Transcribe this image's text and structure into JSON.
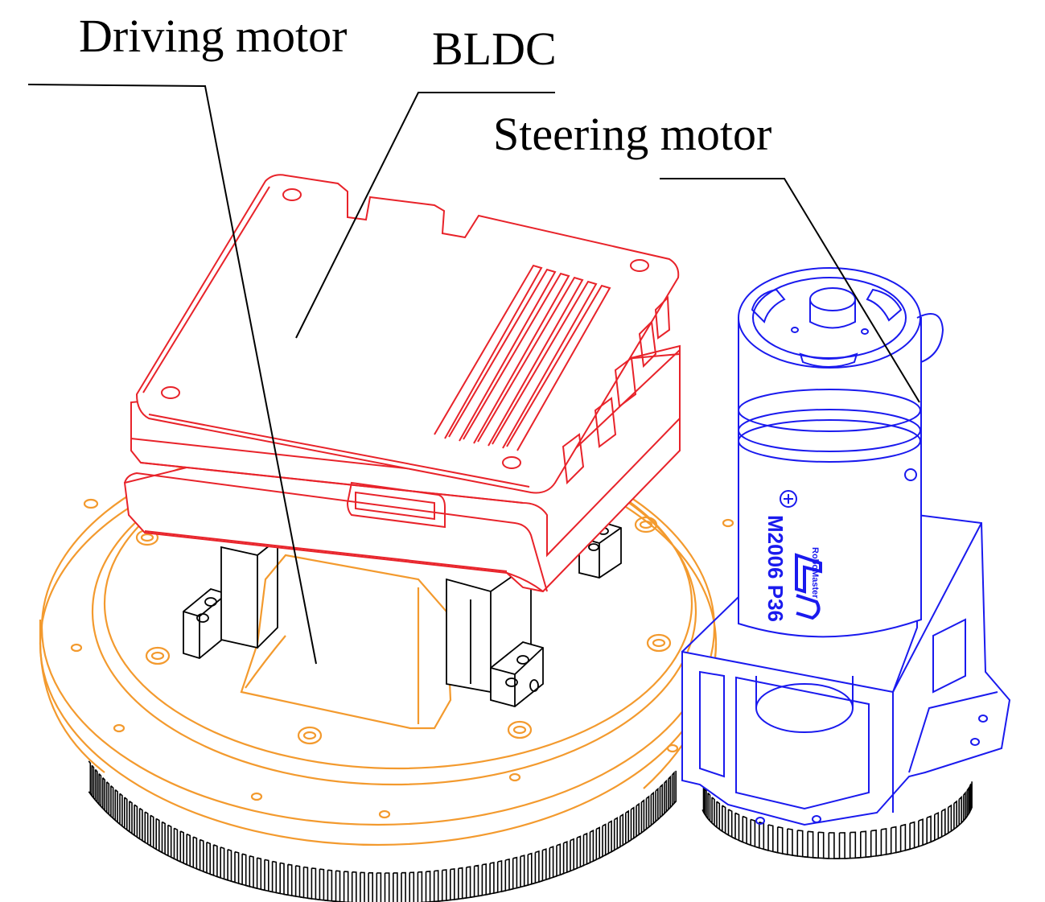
{
  "labels": {
    "driving_motor": "Driving motor",
    "bldc": "BLDC",
    "steering_motor": "Steering motor"
  },
  "motor_print": {
    "model": "M2006 P36",
    "brand": "RoboMaster"
  },
  "colors": {
    "base_ring": "#f39a2e",
    "bldc_controller": "#e8232a",
    "steering_motor": "#1a1aee",
    "mechanical_parts": "#000000",
    "leader_lines": "#000000"
  }
}
